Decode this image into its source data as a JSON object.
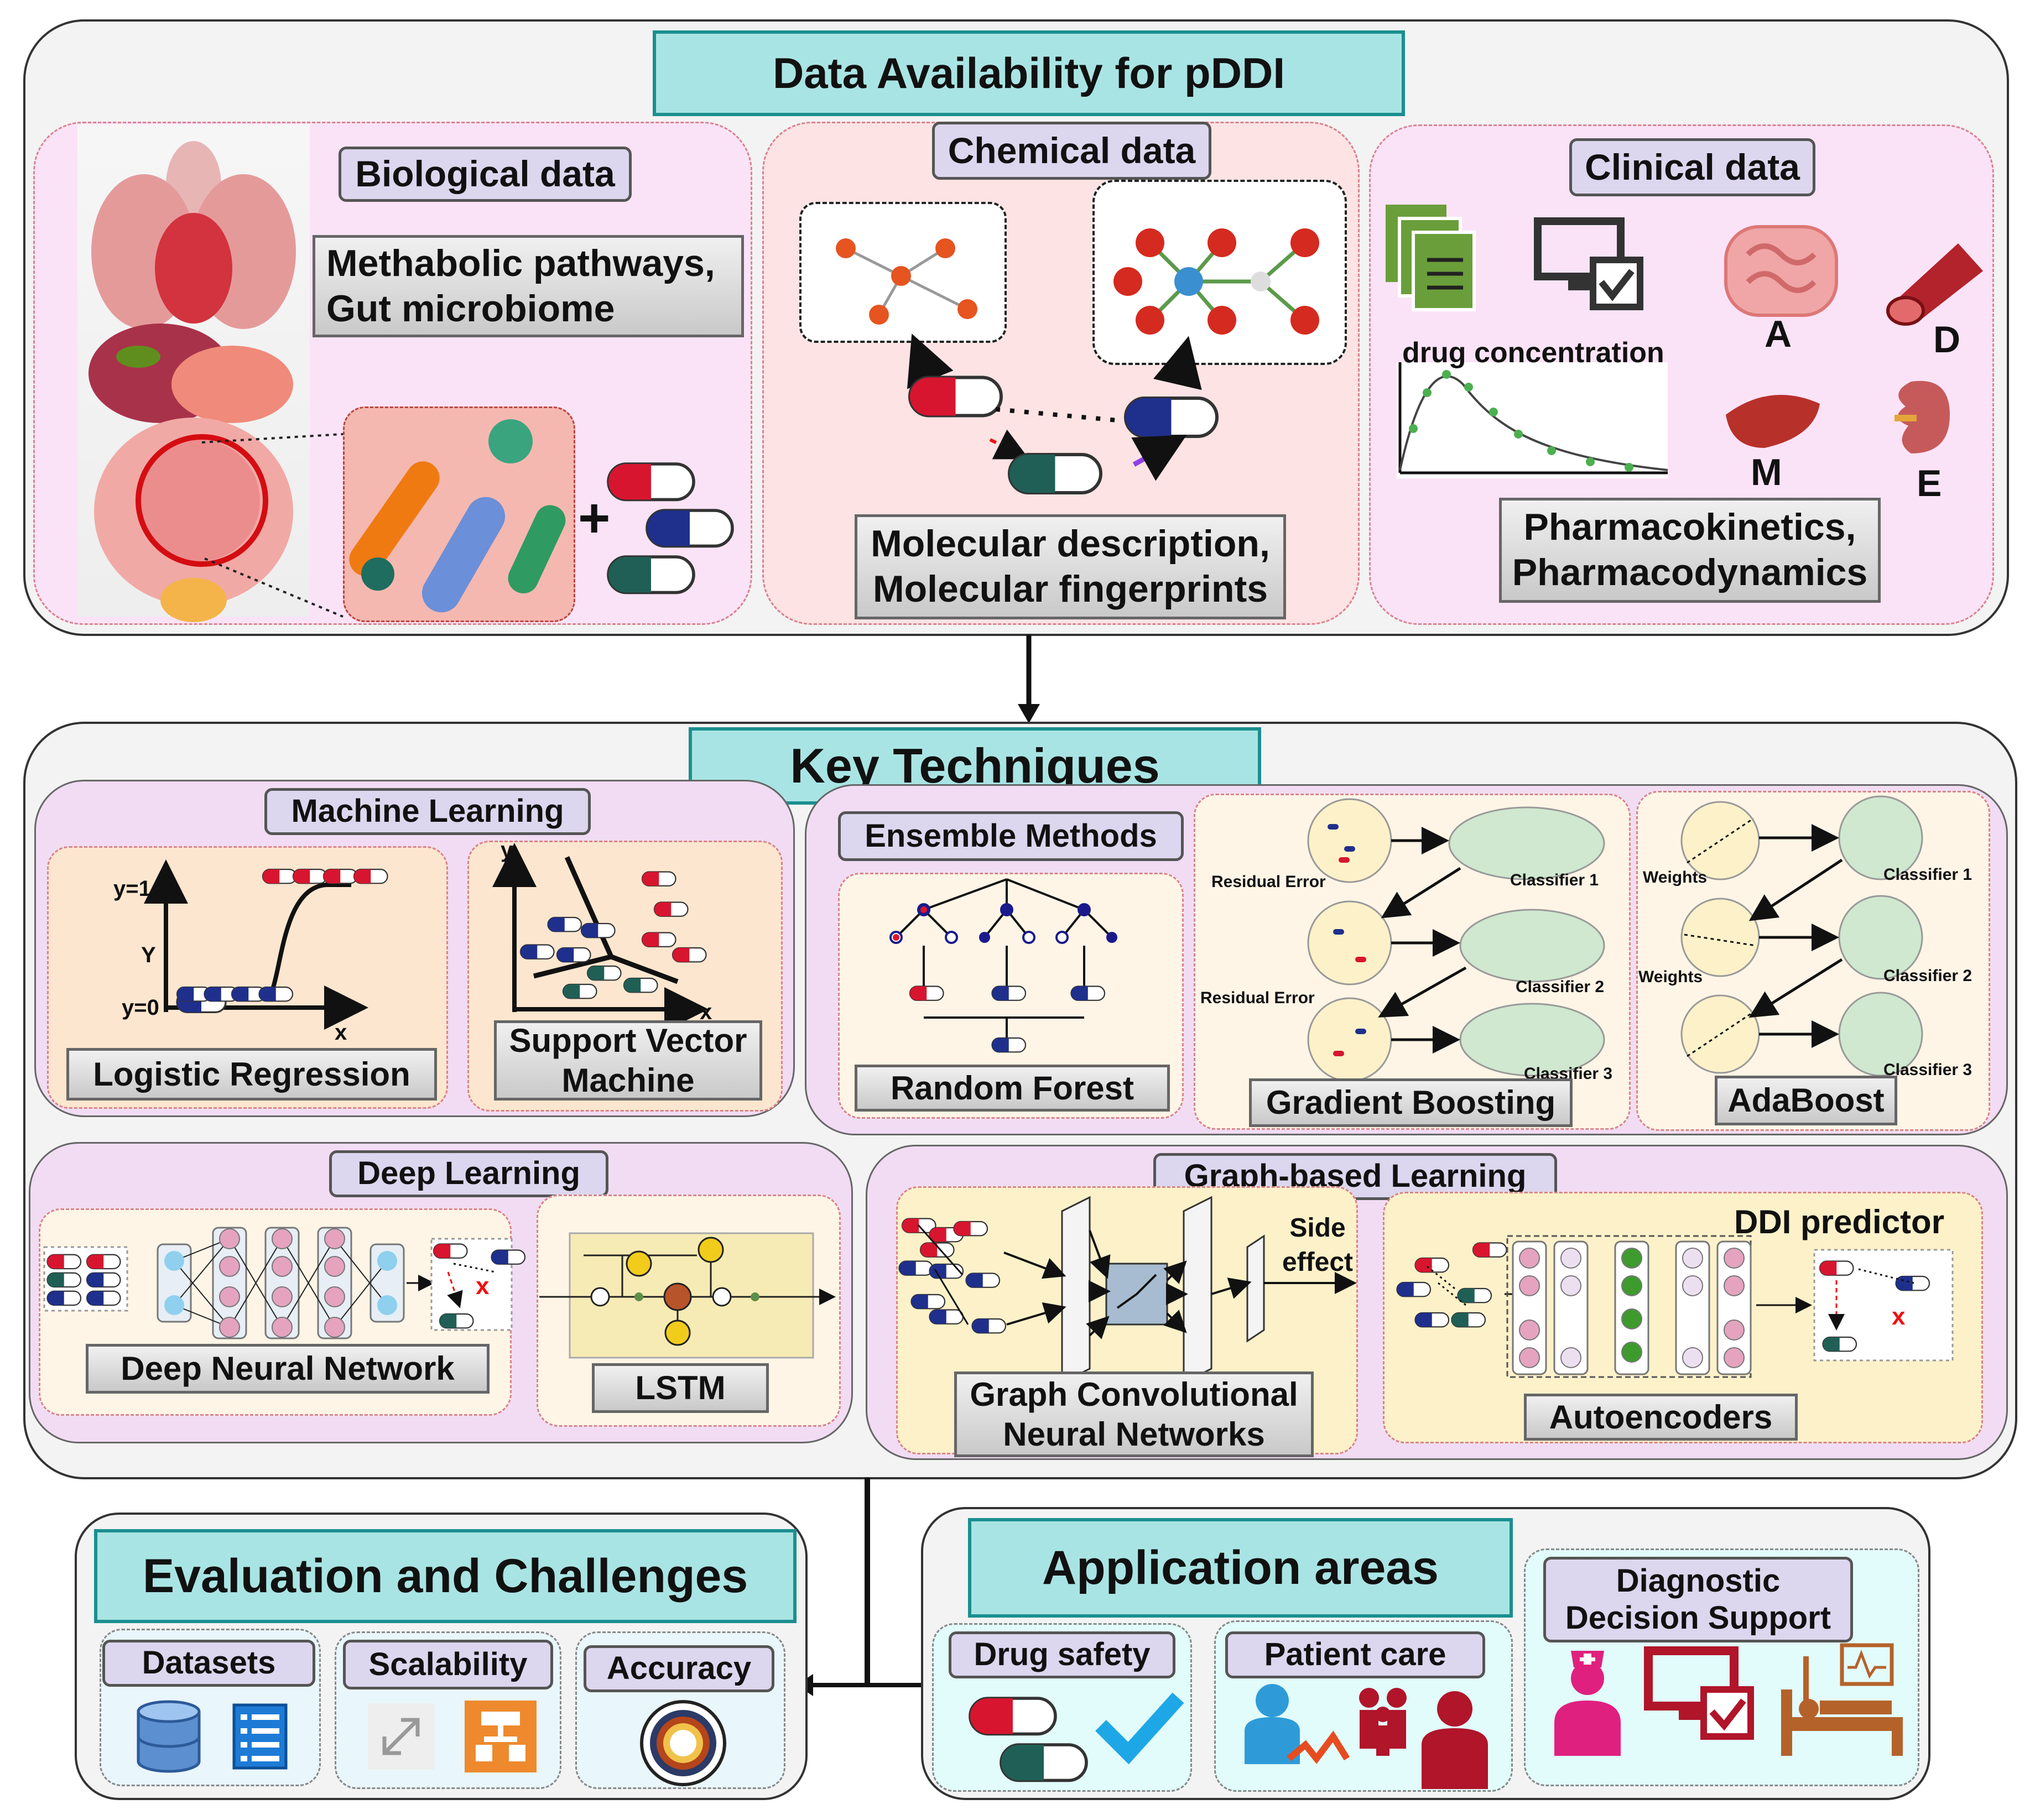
{
  "data_availability": {
    "title": "Data Availability for pDDI",
    "biological": {
      "tag": "Biological data",
      "description_line1": "Methabolic pathways,",
      "description_line2": "Gut microbiome"
    },
    "chemical": {
      "tag": "Chemical data",
      "description_line1": "Molecular description,",
      "description_line2": "Molecular fingerprints"
    },
    "clinical": {
      "tag": "Clinical data",
      "plot_label": "drug concentration",
      "adme": [
        "A",
        "D",
        "M",
        "E"
      ],
      "description_line1": "Pharmacokinetics,",
      "description_line2": "Pharmacodynamics"
    }
  },
  "key_techniques": {
    "title": "Key Techniques",
    "machine_learning": {
      "tag": "Machine Learning",
      "logistic": {
        "label": "Logistic Regression",
        "y1": "y=1",
        "y0": "y=0",
        "ylabel": "Y",
        "xlabel": "x"
      },
      "svm": {
        "label_line1": "Support Vector",
        "label_line2": "Machine",
        "ylabel": "y",
        "xlabel": "x"
      }
    },
    "ensemble": {
      "tag": "Ensemble Methods",
      "random_forest": "Random Forest",
      "gradient_boosting": {
        "label": "Gradient Boosting",
        "residual1": "Residual Error",
        "residual2": "Residual Error",
        "c1": "Classifier 1",
        "c2": "Classifier 2",
        "c3": "Classifier 3"
      },
      "adaboost": {
        "label": "AdaBoost",
        "weights1": "Weights",
        "weights2": "Weights",
        "c1": "Classifier 1",
        "c2": "Classifier 2",
        "c3": "Classifier 3"
      }
    },
    "deep_learning": {
      "tag": "Deep Learning",
      "dnn": "Deep Neural Network",
      "lstm": "LSTM"
    },
    "graph": {
      "tag": "Graph-based Learning",
      "side_effect_line1": "Side",
      "side_effect_line2": "effect",
      "gcn_line1": "Graph Convolutional",
      "gcn_line2": "Neural Networks",
      "ddi_predictor": "DDI predictor",
      "autoencoders": "Autoencoders"
    }
  },
  "evaluation": {
    "title": "Evaluation and Challenges",
    "items": [
      "Datasets",
      "Scalability",
      "Accuracy"
    ]
  },
  "applications": {
    "title": "Application areas",
    "drug_safety": "Drug safety",
    "patient_care": "Patient care",
    "diagnostic_line1": "Diagnostic",
    "diagnostic_line2": "Decision Support"
  },
  "colors": {
    "title_fill": "#a9e4e4",
    "title_border": "#1b8f8f",
    "tag_fill": "#dcd6ee",
    "pill_red": "#d8152f",
    "pill_blue": "#1f2f8c",
    "pill_teal": "#1f5f55"
  }
}
